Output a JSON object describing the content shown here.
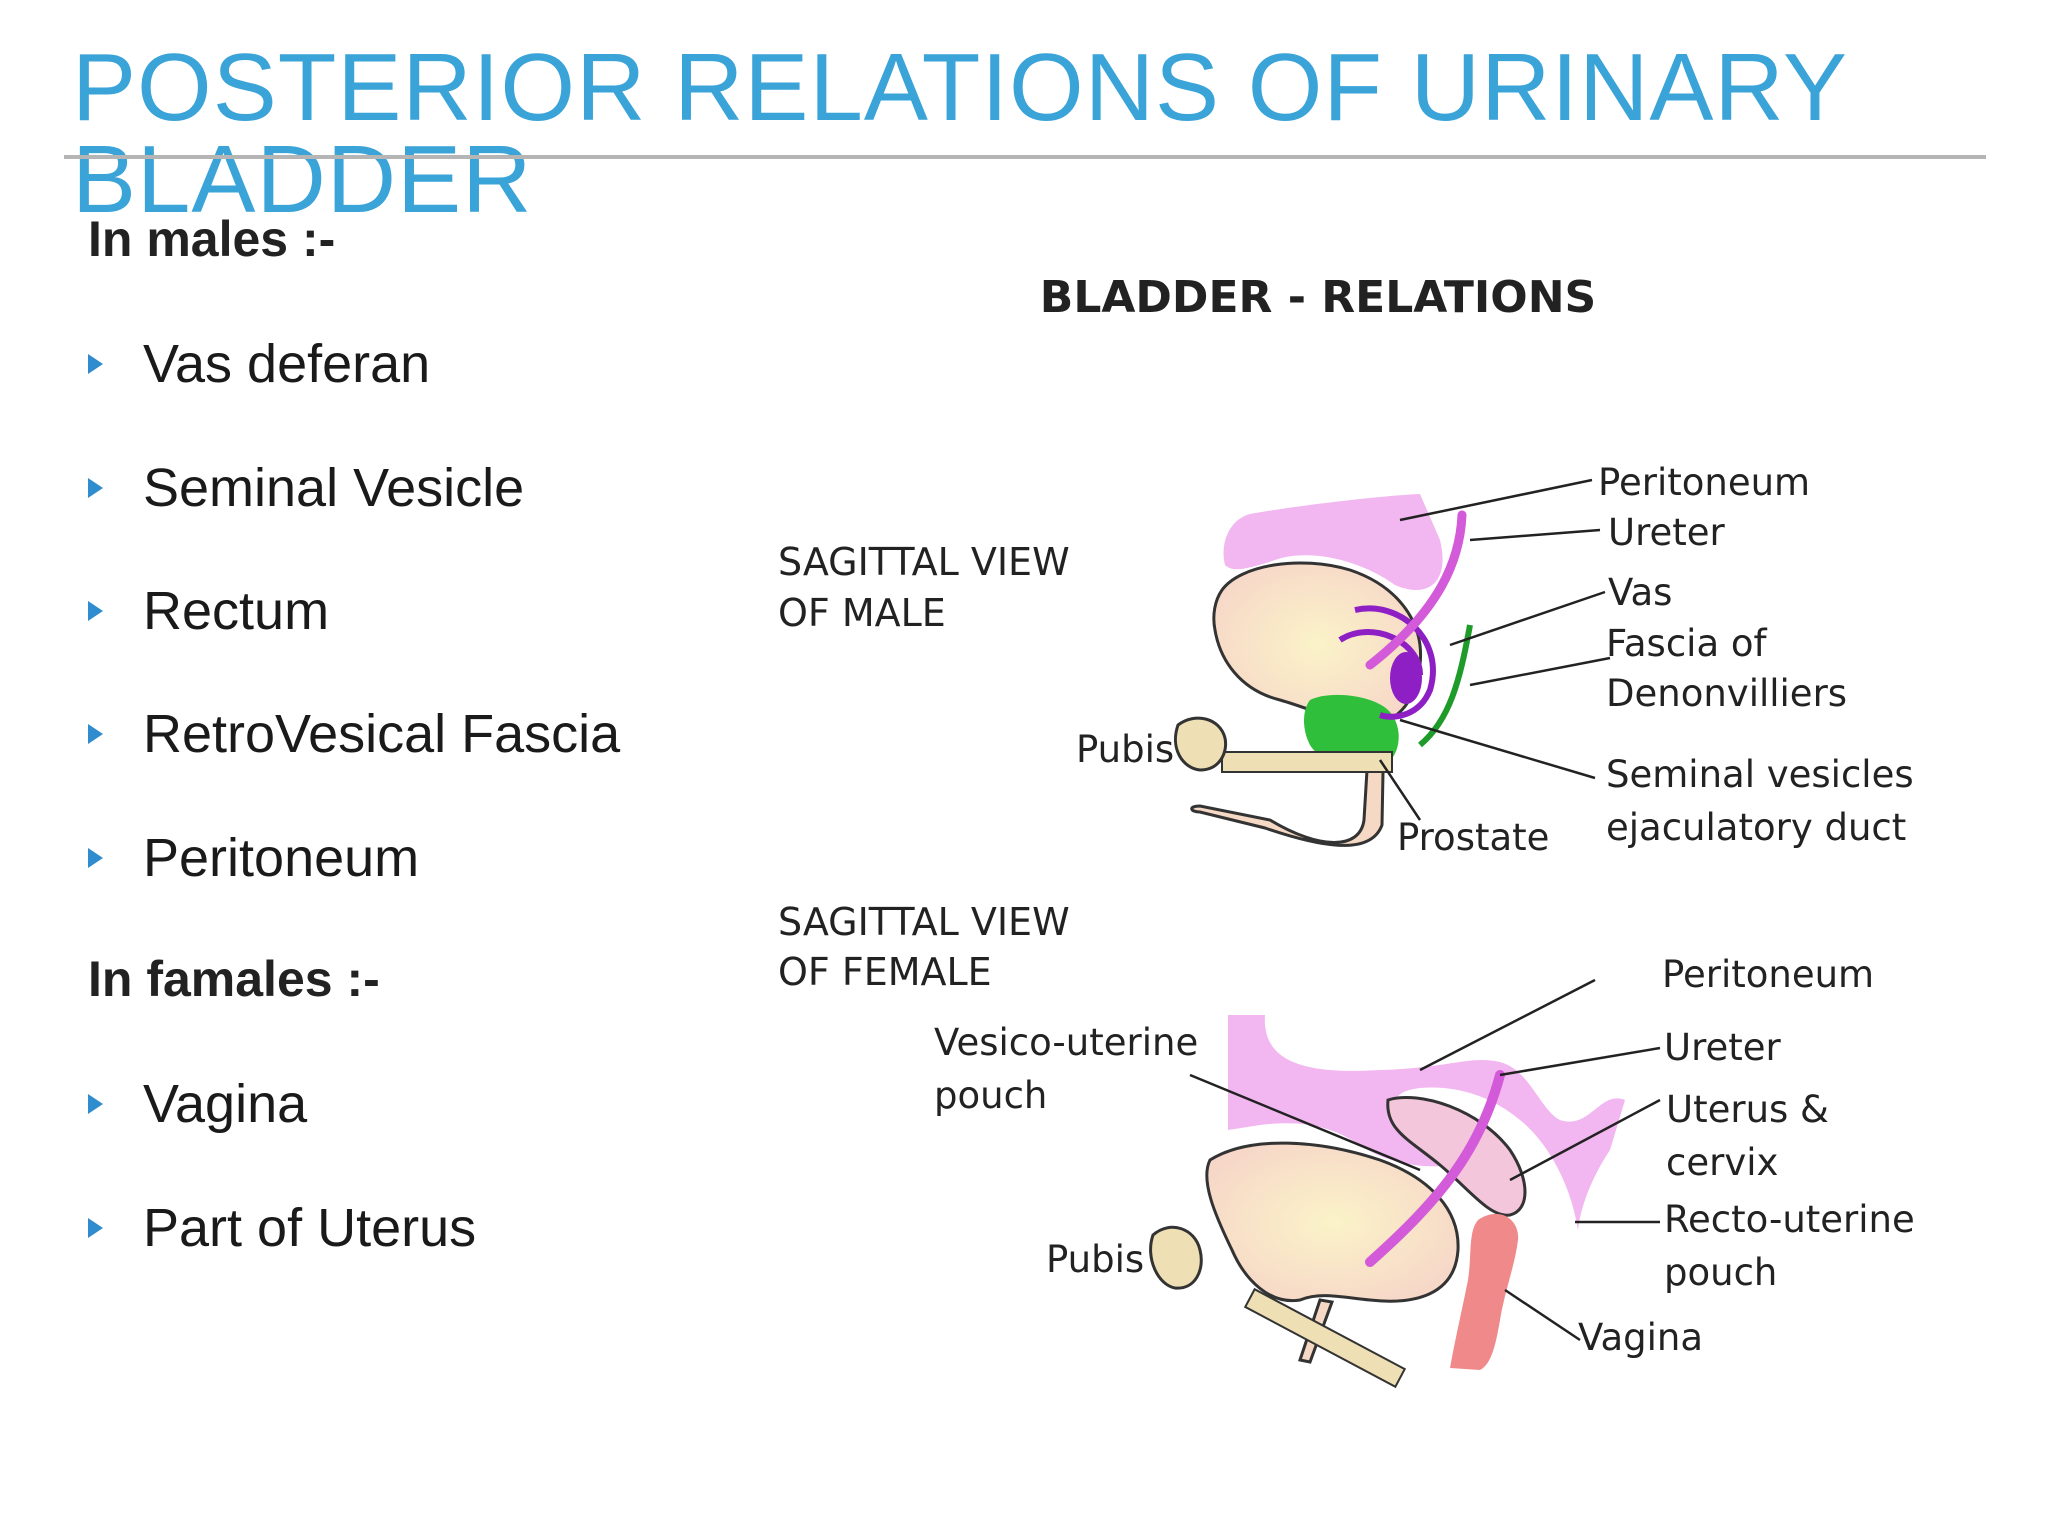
{
  "slide": {
    "title": "POSTERIOR RELATIONS OF URINARY BLADDER",
    "males_heading": "In males :-",
    "males_items": [
      "Vas deferan",
      "Seminal Vesicle",
      "Rectum",
      "RetroVesical Fascia",
      "Peritoneum"
    ],
    "females_heading": "In famales :-",
    "females_items": [
      "Vagina",
      "Part of Uterus"
    ]
  },
  "figure": {
    "title": "BLADDER - RELATIONS",
    "male_view_line1": "SAGITTAL VIEW",
    "male_view_line2": "OF MALE",
    "female_view_line1": "SAGITTAL VIEW",
    "female_view_line2": "OF FEMALE",
    "male_labels": {
      "peritoneum": "Peritoneum",
      "ureter": "Ureter",
      "vas": "Vas",
      "fascia1": "Fascia of",
      "fascia2": "Denonvilliers",
      "seminal1": "Seminal vesicles",
      "seminal2": "ejaculatory duct",
      "prostate": "Prostate",
      "pubis": "Pubis"
    },
    "female_labels": {
      "peritoneum": "Peritoneum",
      "ureter": "Ureter",
      "uterus1": "Uterus &",
      "uterus2": "cervix",
      "recto1": "Recto-uterine",
      "recto2": "pouch",
      "vagina": "Vagina",
      "vesico1": "Vesico-uterine",
      "vesico2": "pouch",
      "pubis": "Pubis"
    },
    "colors": {
      "peritoneum": "#f2b6f0",
      "bladder": "#f6d9c4",
      "ureter": "#d35ad8",
      "vas": "#8e1fc4",
      "prostate": "#2fbf3a",
      "fascia": "#1f9b2a",
      "pubis_bone": "#eedfb4",
      "vagina": "#f08a8a"
    }
  }
}
